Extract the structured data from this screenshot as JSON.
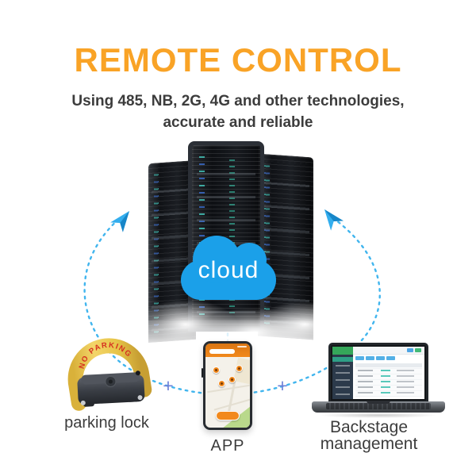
{
  "title": "REMOTE CONTROL",
  "subtitle": {
    "line1": "Using 485, NB, 2G, 4G and other technologies,",
    "line2": "accurate and reliable"
  },
  "cloud": {
    "label": "cloud"
  },
  "devices": {
    "parking_lock": {
      "label": "parking lock",
      "marking": "NO PARKING"
    },
    "app": {
      "label": "APP"
    },
    "backstage": {
      "label_line1": "Backstage",
      "label_line2": "management"
    }
  },
  "connectors": {
    "plus_left": "+",
    "plus_right": "+"
  },
  "colors": {
    "title_orange": "#F9A326",
    "cloud_blue": "#1BA0E9",
    "arrow_blue": "#41B5EE",
    "plus_blue": "#6C80D8",
    "lock_yellow": "#EAC84B",
    "no_parking_red": "#D6301F",
    "app_orange": "#F2891C",
    "text_dark": "#3C3C3C"
  }
}
